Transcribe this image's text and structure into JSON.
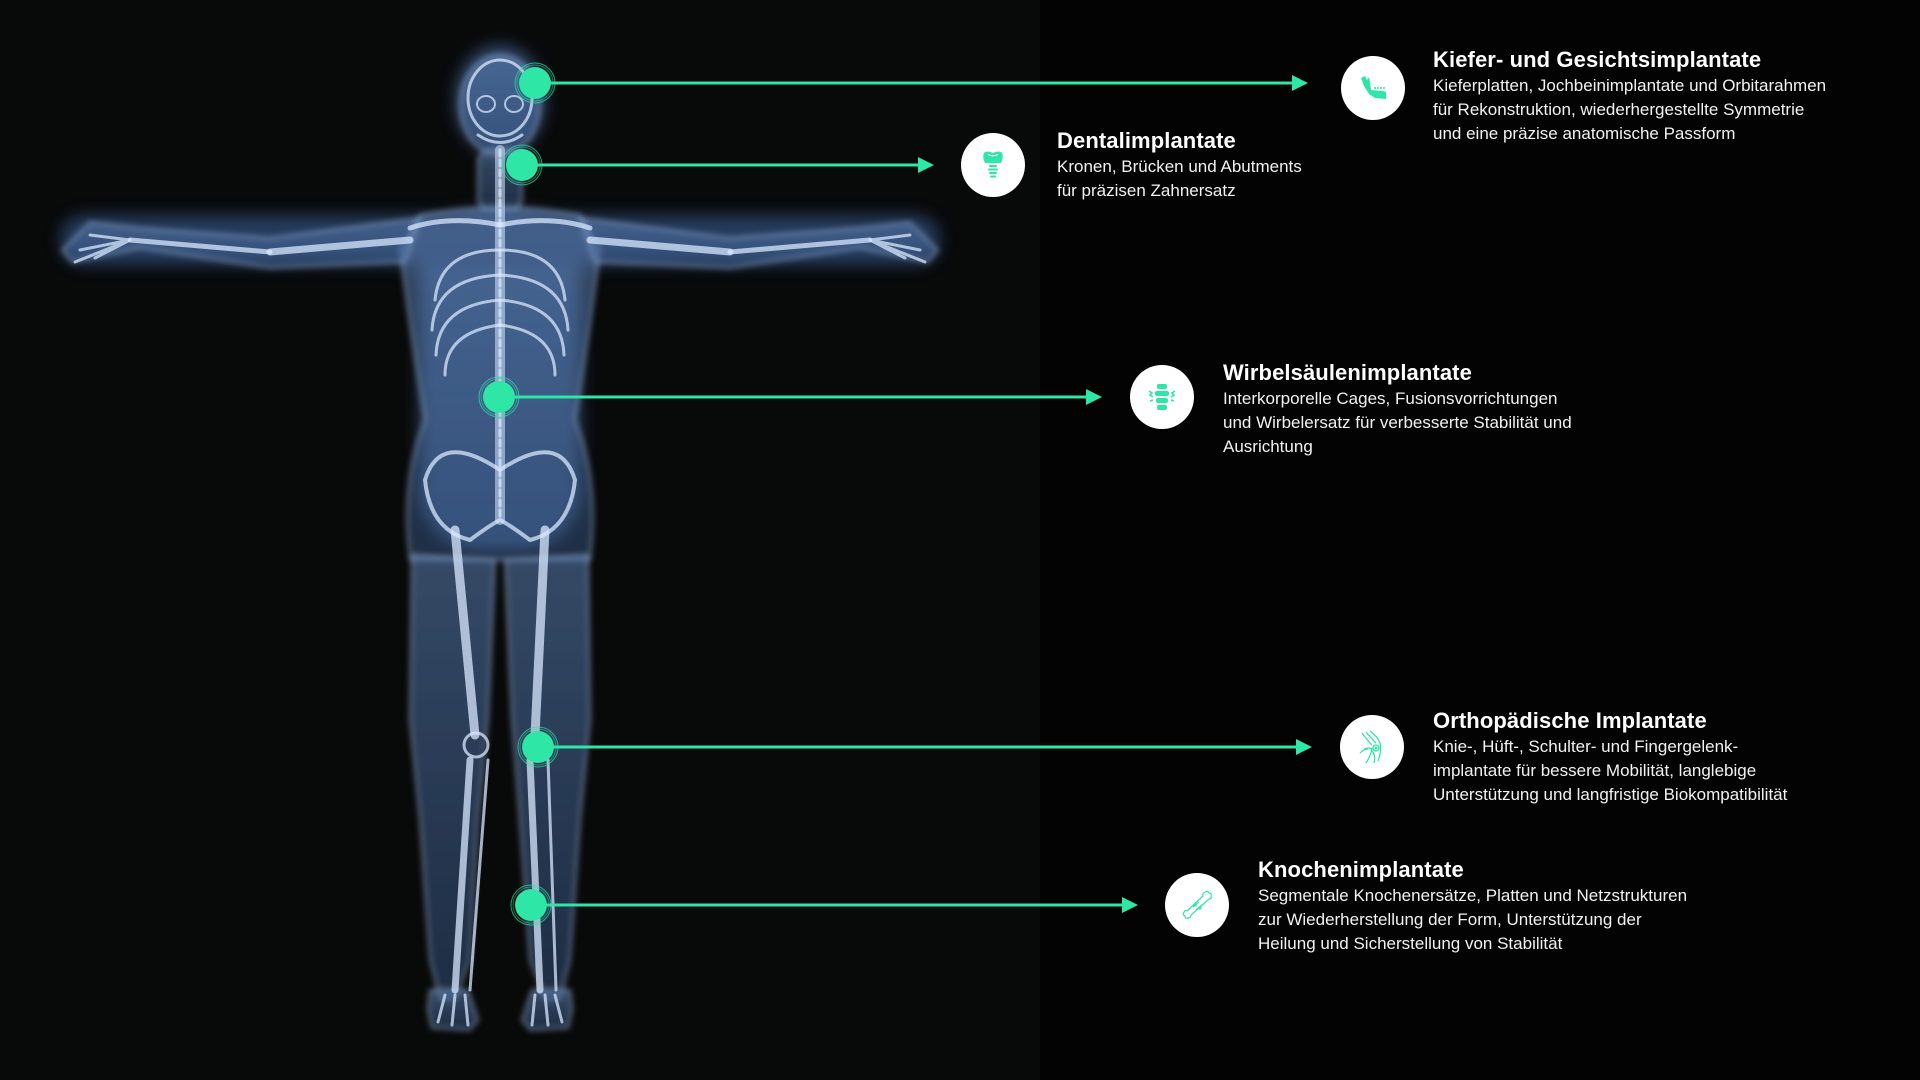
{
  "colors": {
    "accent": "#2ee6a6",
    "background": "#030303",
    "figure_panel": "#080909",
    "xray_glow": "#8fb6e8",
    "icon_bg": "#ffffff",
    "text": "#ffffff"
  },
  "figure": {
    "description": "X-ray style full-body human skeleton, arms outstretched"
  },
  "implants": [
    {
      "id": "jaw",
      "title": "Kiefer- und Gesichtsimplantate",
      "description_lines": [
        "Kieferplatten, Jochbeinimplantate und Orbitarahmen",
        "für Rekonstruktion, wiederhergestellte Symmetrie",
        "und eine präzise anatomische Passform"
      ],
      "icon": "jaw-icon",
      "body_point": "head"
    },
    {
      "id": "dental",
      "title": "Dentalimplantate",
      "description_lines": [
        "Kronen, Brücken und Abutments",
        "für präzisen Zahnersatz"
      ],
      "icon": "dental-implant-icon",
      "body_point": "mouth"
    },
    {
      "id": "spine",
      "title": "Wirbelsäulenimplantate",
      "description_lines": [
        "Interkorporelle Cages, Fusionsvorrichtungen",
        "und Wirbelersatz für verbesserte Stabilität und",
        "Ausrichtung"
      ],
      "icon": "spine-icon",
      "body_point": "lumbar-spine"
    },
    {
      "id": "ortho",
      "title": "Orthopädische Implantate",
      "description_lines": [
        "Knie-, Hüft-, Schulter- und Fingergelenk-",
        "implantate für bessere Mobilität, langlebige",
        "Unterstützung und langfristige Biokompatibilität"
      ],
      "icon": "knee-joint-icon",
      "body_point": "knee"
    },
    {
      "id": "bone",
      "title": "Knochenimplantate",
      "description_lines": [
        "Segmentale Knochenersätze, Platten und Netzstrukturen",
        "zur Wiederherstellung der Form, Unterstützung der",
        "Heilung und Sicherstellung von Stabilität"
      ],
      "icon": "bone-icon",
      "body_point": "shin"
    }
  ]
}
